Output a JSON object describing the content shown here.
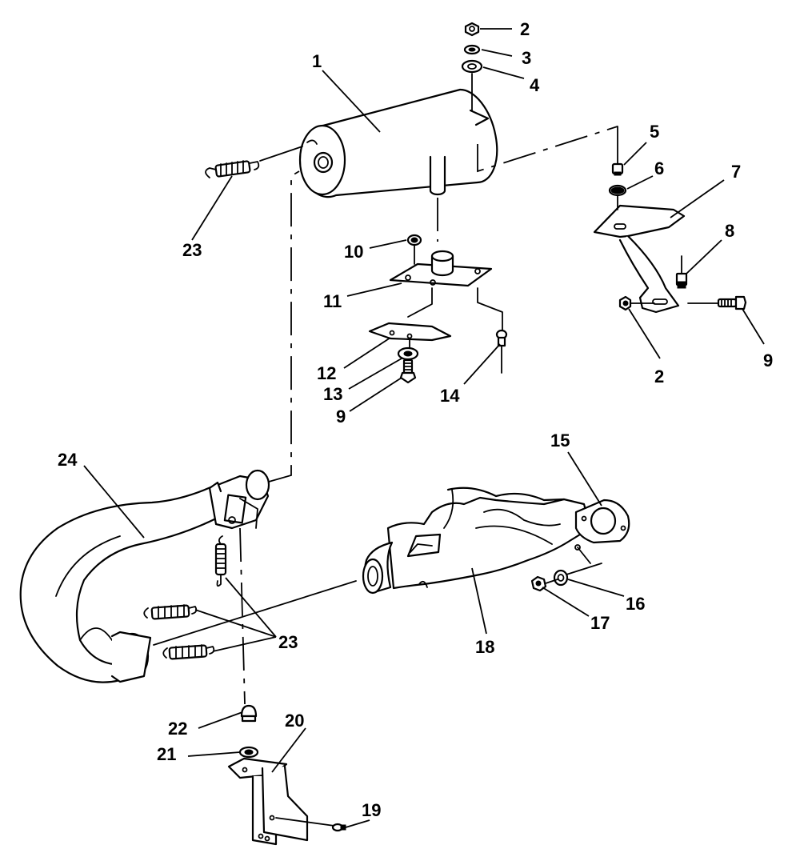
{
  "callouts": {
    "c1": "1",
    "c2a": "2",
    "c2b": "2",
    "c3": "3",
    "c4": "4",
    "c5": "5",
    "c6": "6",
    "c7": "7",
    "c8": "8",
    "c9a": "9",
    "c9b": "9",
    "c10": "10",
    "c11": "11",
    "c12": "12",
    "c13": "13",
    "c14": "14",
    "c15": "15",
    "c16": "16",
    "c17": "17",
    "c18": "18",
    "c19": "19",
    "c20": "20",
    "c21": "21",
    "c22": "22",
    "c23a": "23",
    "c23b": "23",
    "c24": "24"
  },
  "parts": {
    "muffler": "muffler-icon",
    "exhaust_pipe": "exhaust-pipe-icon",
    "exhaust_manifold": "exhaust-manifold-icon",
    "spring": "spring-icon",
    "bracket": "bracket-icon",
    "bolt": "bolt-icon",
    "nut": "nut-icon",
    "washer": "washer-icon",
    "gasket": "gasket-icon",
    "mount_plate": "mount-plate-icon",
    "grommet": "grommet-icon",
    "rivet": "rivet-icon"
  },
  "colors": {
    "line": "#000000",
    "background": "#ffffff"
  }
}
